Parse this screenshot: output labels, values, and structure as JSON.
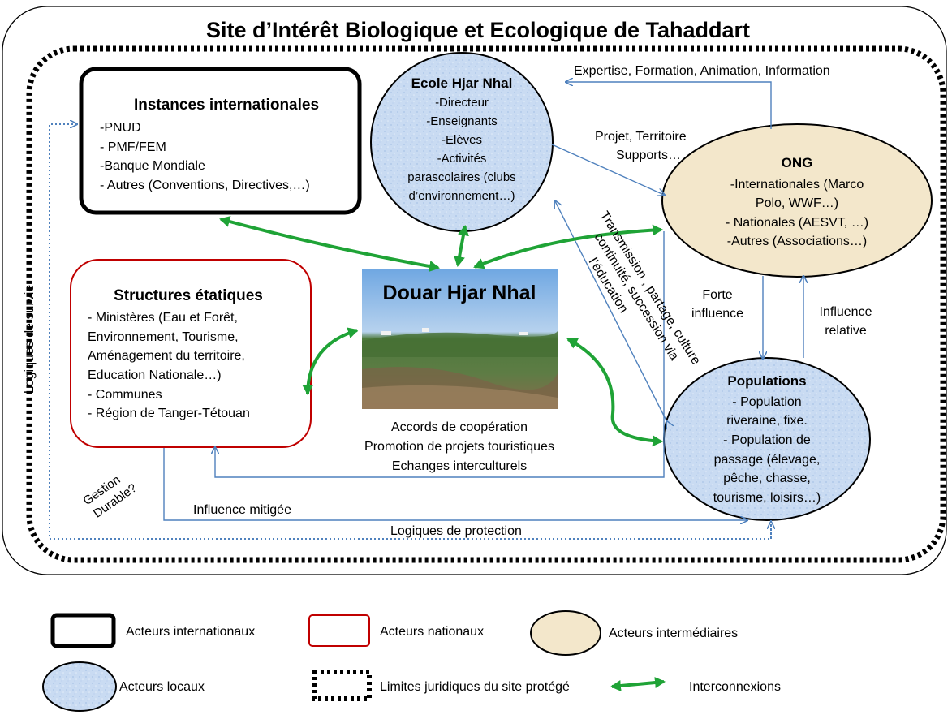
{
  "title": "Site d’Intérêt Biologique et Ecologique de Tahaddart",
  "nodes": {
    "international": {
      "title": "Instances internationales",
      "items": [
        "-PNUD",
        "- PMF/FEM",
        "-Banque Mondiale",
        "- Autres (Conventions, Directives,…)"
      ]
    },
    "state": {
      "title": "Structures étatiques",
      "items": [
        "- Ministères (Eau et Forêt,",
        "Environnement, Tourisme,",
        "Aménagement du territoire,",
        "Education Nationale…)",
        "- Communes",
        "- Région de Tanger-Tétouan"
      ]
    },
    "school": {
      "title": "Ecole Hjar Nhal",
      "items": [
        "-Directeur",
        "-Enseignants",
        "-Elèves",
        "-Activités",
        "parascolaires (clubs",
        "d’environnement…)"
      ]
    },
    "ngo": {
      "title": "ONG",
      "items": [
        "-Internationales (Marco",
        "Polo, WWF…)",
        "- Nationales (AESVT, …)",
        "-Autres (Associations…)"
      ]
    },
    "population": {
      "title": "Populations",
      "items": [
        "- Population",
        "riveraine, fixe.",
        "- Population de",
        "passage (élevage,",
        "pêche, chasse,",
        "tourisme, loisirs…)"
      ]
    },
    "douar": {
      "title": "Douar Hjar Nhal",
      "captions": [
        "Accords de coopération",
        "Promotion de projets touristiques",
        "Echanges interculturels"
      ]
    }
  },
  "edge_labels": {
    "expertise": "Expertise, Formation, Animation, Information",
    "projet_1": "Projet, Territoire",
    "projet_2": "Supports…",
    "forte_1": "Forte",
    "forte_2": "influence",
    "relative_1": "Influence",
    "relative_2": "relative",
    "transmission_1": "Transmission , partage, culture",
    "transmission_2": "continuité, succession via",
    "transmission_3": "l’éducation",
    "survie": "Logiques de survie",
    "gestion_1": "Gestion",
    "gestion_2": "Durable?",
    "mitigee": "Influence mitigée",
    "protection": "Logiques de protection"
  },
  "legend": [
    {
      "key": "international",
      "label": "Acteurs internationaux"
    },
    {
      "key": "national",
      "label": "Acteurs nationaux"
    },
    {
      "key": "intermediate",
      "label": "Acteurs intermédiaires"
    },
    {
      "key": "local",
      "label": "Acteurs locaux"
    },
    {
      "key": "boundary",
      "label": "Limites juridiques du site protégé"
    },
    {
      "key": "interconnection",
      "label": "Interconnexions"
    }
  ],
  "colors": {
    "arrow_blue": "#4F81BD",
    "green": "#1FA336",
    "state_border": "#C00000",
    "local_fill": "#C9DBF2",
    "intermediate_fill": "#F3E7CB"
  }
}
